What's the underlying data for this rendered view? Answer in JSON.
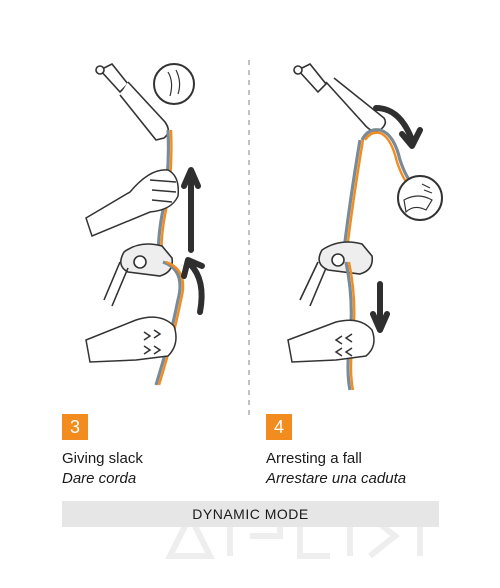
{
  "steps": [
    {
      "number": "3",
      "title_en": "Giving slack",
      "title_it": "Dare corda"
    },
    {
      "number": "4",
      "title_en": "Arresting a fall",
      "title_it": "Arrestare una caduta"
    }
  ],
  "footer": {
    "label": "DYNAMIC MODE"
  },
  "colors": {
    "accent": "#f28c1e",
    "rope_grey": "#7a8a96",
    "arrow": "#2f2f2f",
    "footer_bg": "#e6e6e6"
  },
  "icons": [
    "carabiner-icon",
    "belay-device-icon",
    "hand-icon",
    "arrow-up-icon",
    "arrow-down-icon",
    "arrow-curved-icon",
    "zoom-circle-icon"
  ]
}
